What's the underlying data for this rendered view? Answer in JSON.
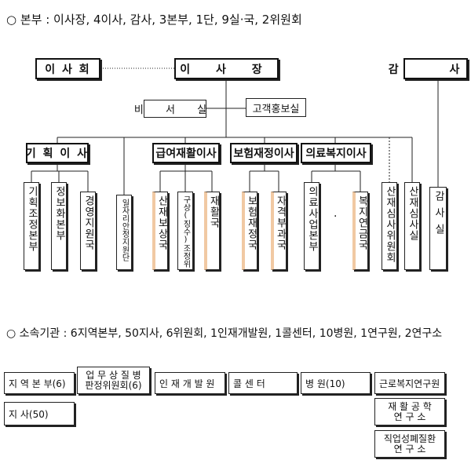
{
  "main_heading": "○ 본부 : 이사장, 4이사, 감사, 3본부, 1단, 9실·국, 2위원회",
  "top": {
    "board": "이 사 회",
    "chairman": "이 사 장",
    "auditor": "감 사"
  },
  "staff": {
    "secretary": "비 서 실",
    "customer": "고객홍보실"
  },
  "directors": [
    "기 획 이 사",
    "급여재활이사",
    "보험재정이사",
    "의료복지이사"
  ],
  "units": [
    "기획조정본부",
    "정보화본부",
    "경영지원국",
    "일자리안정지원단",
    "산재보상국",
    "구상(징수)조정위",
    "재활국",
    "보험재정국",
    "자격부과국",
    "의료사업본부",
    "복지연금국",
    "산재심사위원회",
    "산재심사실",
    "감사실"
  ],
  "dot_mark": "·",
  "sub_heading": "○ 소속기관 : 6지역본부, 50지사, 6위원회, 1인재개발원, 1콜센터, 10병원, 1연구원, 2연구소",
  "affiliates": {
    "regional": "지 역 본 부(6)",
    "committee_line1": "업 무 상 질 병",
    "committee_line2": "판정위원회(6)",
    "talent": "인 재 개 발 원",
    "call": "콜     센     터",
    "hospital": "병          원(10)",
    "research": "근로복지연구원",
    "branch": "지          사(50)",
    "rehab_line1": "재 활 공 학",
    "rehab_line2": "연     구     소",
    "occ_line1": "직업성폐질환",
    "occ_line2": "연     구     소"
  }
}
